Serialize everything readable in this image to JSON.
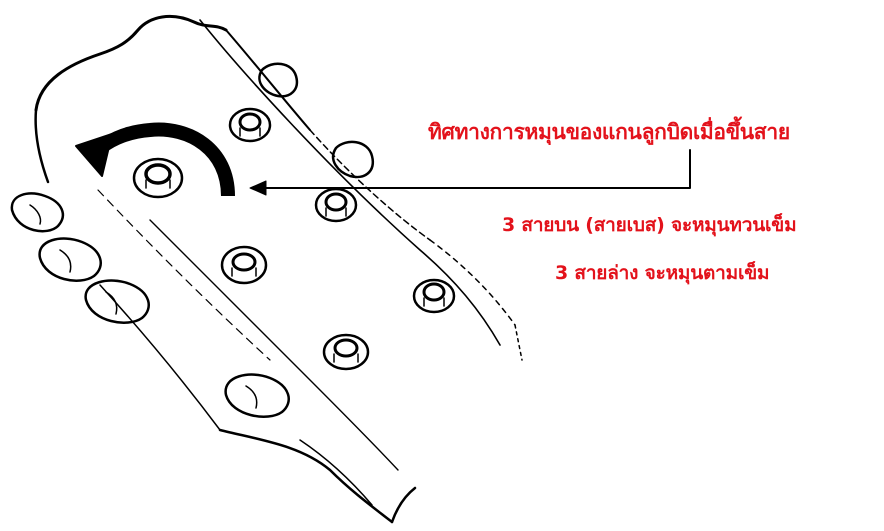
{
  "diagram": {
    "labels": {
      "rotation_direction": "ทิศทางการหมุนของแกนลูกบิดเมื่อขึ้นสาย",
      "upper_three_strings": "3 สายบน (สายเบส) จะหมุนทวนเข็ม",
      "lower_three_strings": "3 สายล่าง จะหมุนตามเข็ม"
    },
    "colors": {
      "label_text": "#e3121b",
      "line_art": "#000000",
      "background": "#ffffff"
    },
    "icons": {
      "rotation": "curved-arrow-icon",
      "pointer": "arrow-icon"
    }
  }
}
